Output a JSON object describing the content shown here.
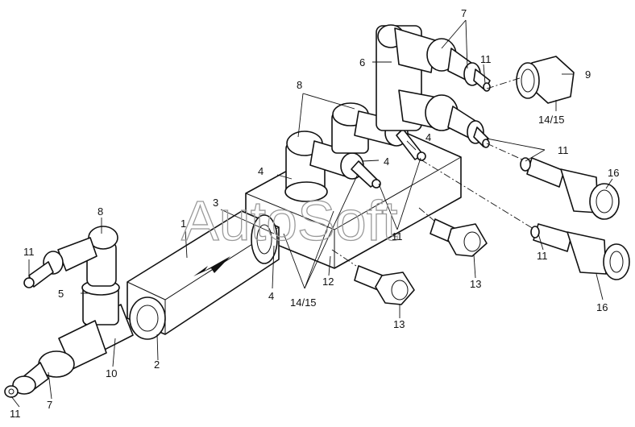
{
  "watermark": "AutoSoft",
  "callouts": {
    "c1": "1",
    "c2": "2",
    "c3": "3",
    "c4a": "4",
    "c4b": "4",
    "c4c": "4",
    "c4d": "4",
    "c5": "5",
    "c6": "6",
    "c7a": "7",
    "c7b": "7",
    "c8a": "8",
    "c8b": "8",
    "c9": "9",
    "c10": "10",
    "c11a": "11",
    "c11b": "11",
    "c11c": "11",
    "c11d": "11",
    "c11e": "11",
    "c11f": "11",
    "c12": "12",
    "c13a": "13",
    "c13b": "13",
    "c1415a": "14/15",
    "c1415b": "14/15",
    "c16a": "16",
    "c16b": "16"
  }
}
